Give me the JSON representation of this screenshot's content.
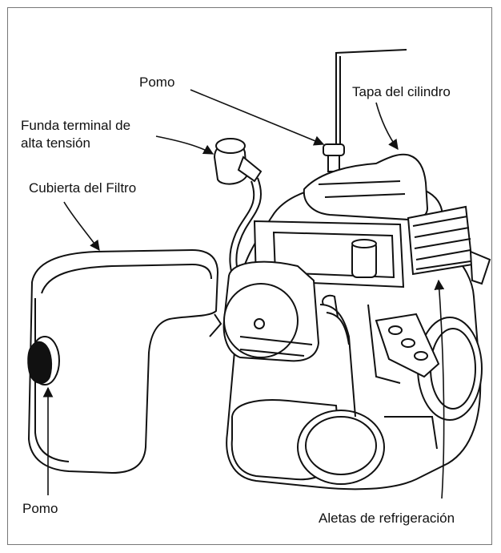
{
  "labels": {
    "pomo_top": "Pomo",
    "tapa_cilindro": "Tapa del cilindro",
    "funda_line1": "Funda terminal de",
    "funda_line2": "alta tensión",
    "cubierta_filtro": "Cubierta del Filtro",
    "pomo_bottom": "Pomo",
    "aletas": "Aletas de refrigeración"
  },
  "colors": {
    "line": "#111111",
    "border": "#777777",
    "background": "#ffffff"
  }
}
